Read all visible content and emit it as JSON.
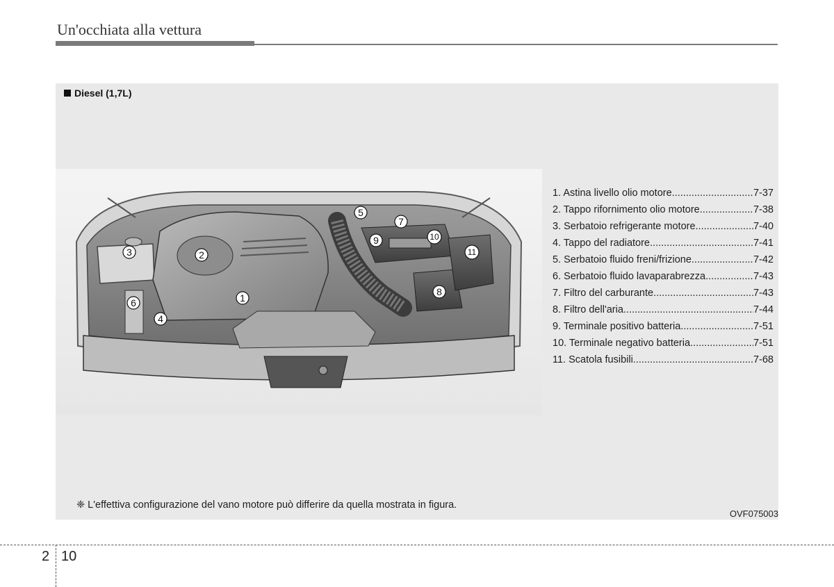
{
  "header": {
    "title": "Un'occhiata alla vettura"
  },
  "section": {
    "label": "Diesel (1,7L)"
  },
  "callouts": [
    "1",
    "2",
    "3",
    "4",
    "5",
    "6",
    "7",
    "8",
    "9",
    "10",
    "11"
  ],
  "legend": [
    {
      "label": "1. Astina livello olio motore",
      "page": "7-37"
    },
    {
      "label": "2. Tappo rifornimento olio motore",
      "page": "7-38"
    },
    {
      "label": "3. Serbatoio refrigerante motore",
      "page": "7-40"
    },
    {
      "label": "4. Tappo del radiatore",
      "page": "7-41"
    },
    {
      "label": "5. Serbatoio fluido freni/frizione",
      "page": "7-42"
    },
    {
      "label": "6. Serbatoio fluido lavaparabrezza",
      "page": "7-43"
    },
    {
      "label": "7. Filtro del carburante",
      "page": "7-43"
    },
    {
      "label": "8. Filtro dell'aria",
      "page": "7-44"
    },
    {
      "label": "9. Terminale positivo batteria",
      "page": "7-51"
    },
    {
      "label": "10. Terminale negativo batteria",
      "page": "7-51"
    },
    {
      "label": "11. Scatola fusibili",
      "page": "7-68"
    }
  ],
  "note": "❈ L'effettiva configurazione del vano motore può differire da quella mostrata in figura.",
  "figure_code": "OVF075003",
  "footer": {
    "chapter": "2",
    "page": "10"
  },
  "colors": {
    "rule": "#7a7a7a",
    "panel": "#e9e9e9"
  }
}
